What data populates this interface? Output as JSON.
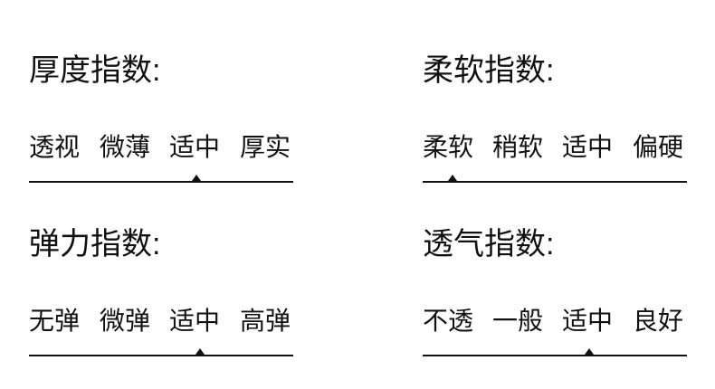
{
  "indices": [
    {
      "title": "厚度指数:",
      "options": [
        "透视",
        "微薄",
        "适中",
        "厚实"
      ],
      "selected_index": 2
    },
    {
      "title": "柔软指数:",
      "options": [
        "柔软",
        "稍软",
        "适中",
        "偏硬"
      ],
      "selected_index": 0
    },
    {
      "title": "弹力指数:",
      "options": [
        "无弹",
        "微弹",
        "适中",
        "高弹"
      ],
      "selected_index": 2
    },
    {
      "title": "透气指数:",
      "options": [
        "不透",
        "一般",
        "适中",
        "良好"
      ],
      "selected_index": 2
    }
  ]
}
